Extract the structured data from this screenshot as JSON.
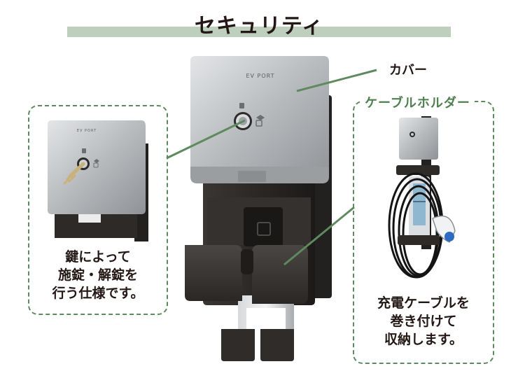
{
  "title": "セキュリティ",
  "label_cover": "カバー",
  "label_cable_holder": "ケーブルホルダー",
  "brand_mark": "EV PORT",
  "left_caption": [
    "鍵によって",
    "施錠・解錠を",
    "行う仕様です。"
  ],
  "right_caption": [
    "充電ケーブルを",
    "巻き付けて",
    "収納します。"
  ],
  "colors": {
    "accent_green": "#5f8a5f",
    "title_band": "#bfcfbe",
    "silver": "#b9bcbf",
    "dark_body": "#2b2826"
  }
}
